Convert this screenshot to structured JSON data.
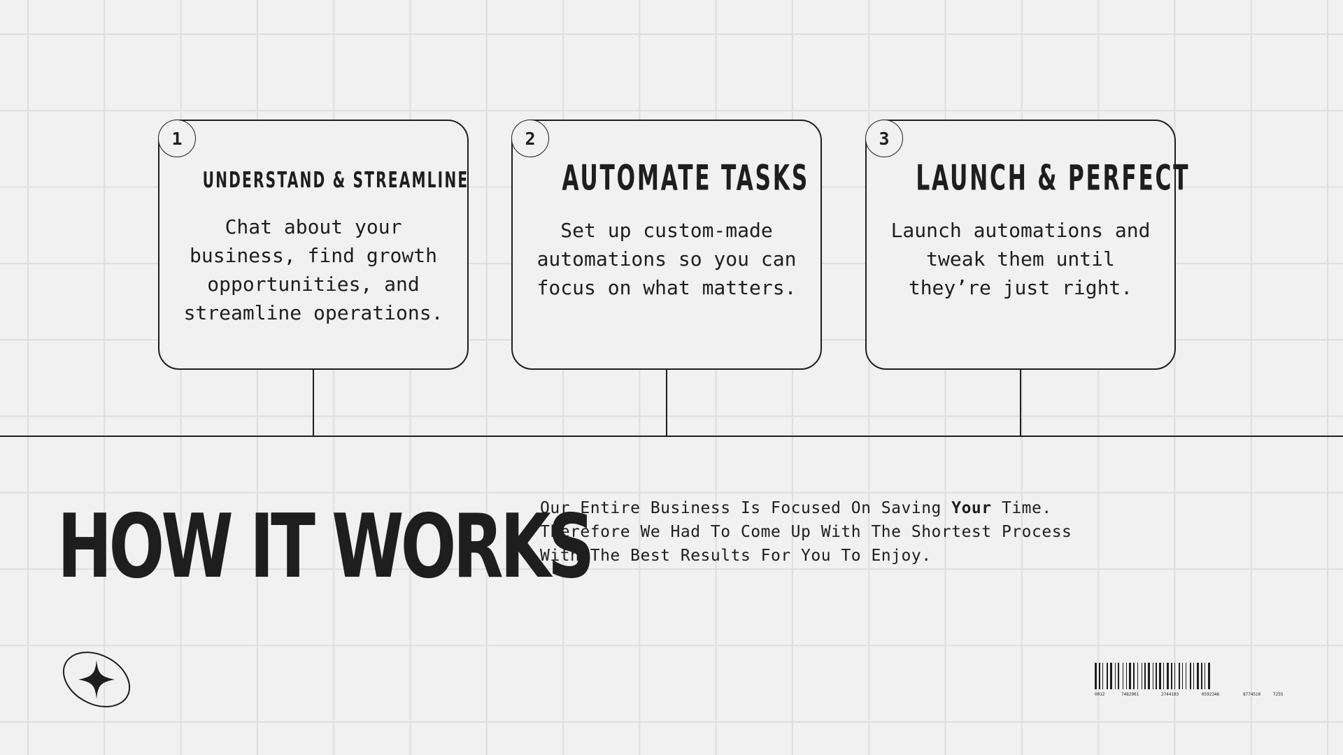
{
  "steps": [
    {
      "number": "1",
      "title": "UNDERSTAND & STREAMLINE",
      "description": "Chat about your business, find growth opportunities, and streamline operations."
    },
    {
      "number": "2",
      "title": "AUTOMATE TASKS",
      "description": "Set up custom-made automations so you can focus on what matters."
    },
    {
      "number": "3",
      "title": "LAUNCH & PERFECT",
      "description": "Launch automations and tweak them until they’re just right."
    }
  ],
  "heading": "HOW IT WORKS",
  "tagline": {
    "part1": "Our Entire Business Is Focused On Saving ",
    "emphasis": "Your",
    "part2": " Time. Therefore We Had To Come Up With The Shortest Process With The Best Results For You To Enjoy."
  },
  "barcode_numbers": [
    "0012",
    "7482901",
    "2744103",
    "0592346",
    "8774510",
    "7255"
  ],
  "icons": {
    "badge": "four-point-star-icon",
    "barcode": "barcode-icon"
  },
  "colors": {
    "background": "#f1f1f1",
    "ink": "#1e1e1e",
    "grid": "#dedede"
  }
}
